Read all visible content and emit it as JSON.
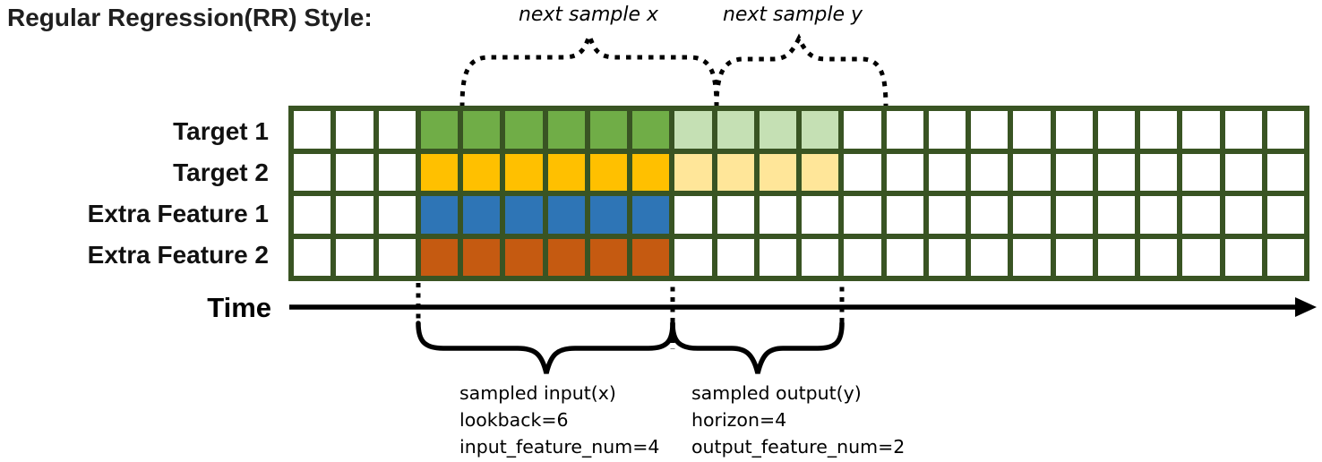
{
  "title": "Regular Regression(RR) Style:",
  "annotations": {
    "next_sample_x": "next sample x",
    "next_sample_y": "next sample y",
    "time_label": "Time",
    "input_block": [
      "sampled input(x)",
      "lookback=6",
      "input_feature_num=4"
    ],
    "output_block": [
      "sampled output(y)",
      "horizon=4",
      "output_feature_num=2"
    ]
  },
  "grid": {
    "columns": 24,
    "lead_empty": 3,
    "lookback": 6,
    "horizon": 4,
    "border_color": "#395423",
    "empty_color": "#FFFFFF",
    "rows": [
      {
        "label": "Target 1",
        "input_color": "#70AD47",
        "output_color": "#C5E0B4"
      },
      {
        "label": "Target 2",
        "input_color": "#FFC000",
        "output_color": "#FFE699"
      },
      {
        "label": "Extra Feature 1",
        "input_color": "#2E75B6",
        "output_color": null
      },
      {
        "label": "Extra Feature 2",
        "input_color": "#C55A11",
        "output_color": null
      }
    ]
  },
  "line_color": "#000000"
}
